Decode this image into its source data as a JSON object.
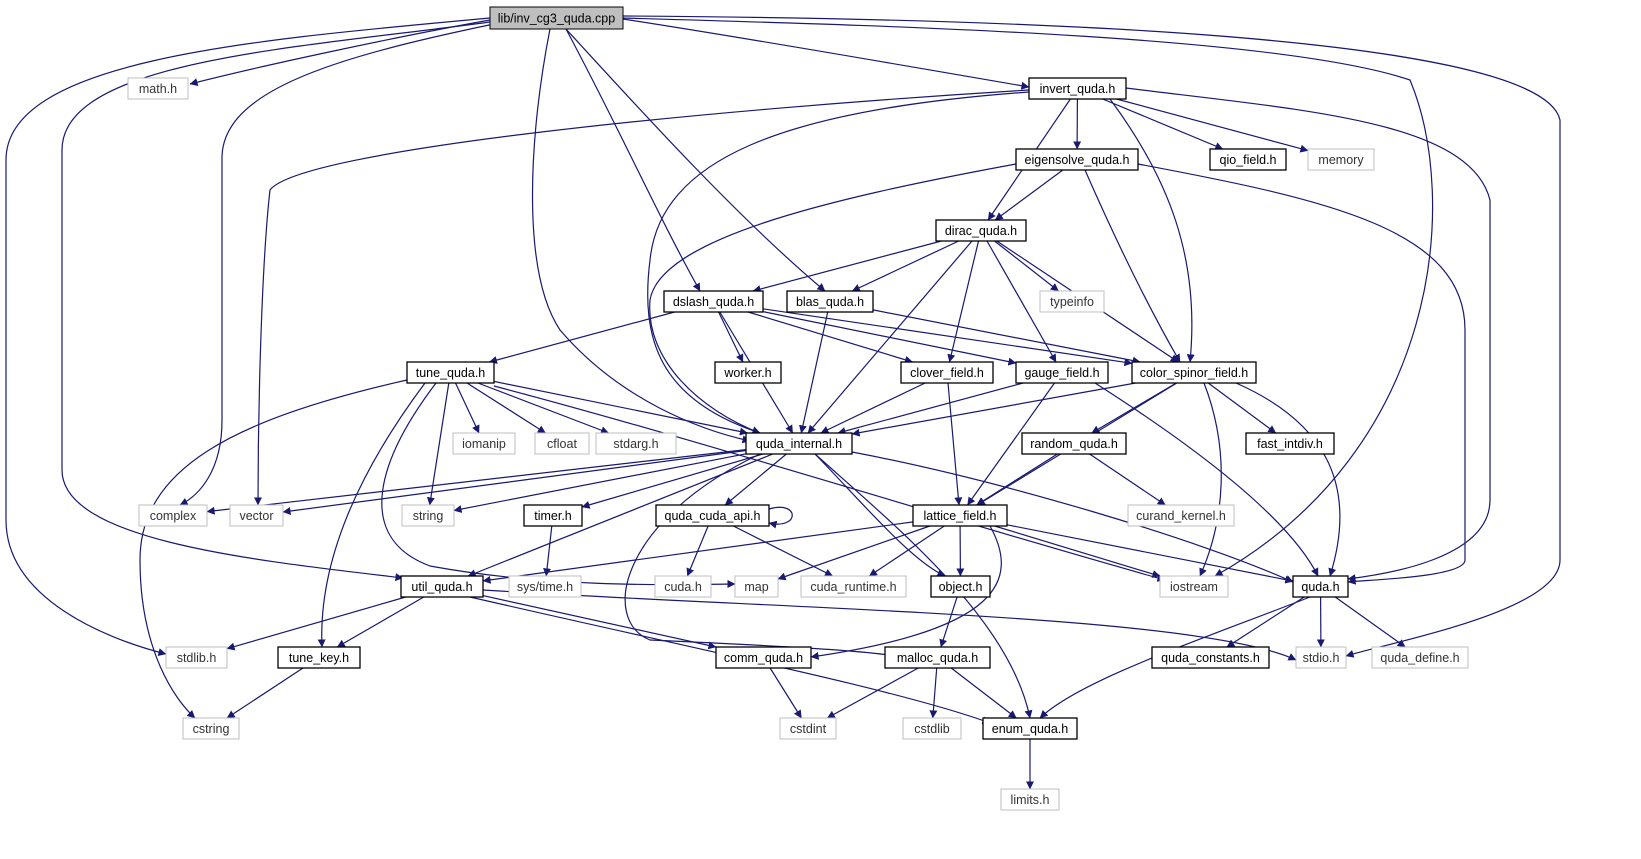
{
  "colors": {
    "edge": "#191970",
    "node_border": "#000000",
    "external_border": "#bfbfbf",
    "root_fill": "#bfbfbf",
    "background": "#ffffff"
  },
  "nodes": [
    {
      "id": "root",
      "label": "lib/inv_cg3_quda.cpp",
      "kind": "root"
    },
    {
      "id": "math",
      "label": "math.h",
      "kind": "external"
    },
    {
      "id": "invert",
      "label": "invert_quda.h",
      "kind": "header"
    },
    {
      "id": "eigen",
      "label": "eigensolve_quda.h",
      "kind": "header"
    },
    {
      "id": "qio",
      "label": "qio_field.h",
      "kind": "header"
    },
    {
      "id": "memory",
      "label": "memory",
      "kind": "external"
    },
    {
      "id": "dirac",
      "label": "dirac_quda.h",
      "kind": "header"
    },
    {
      "id": "dslash",
      "label": "dslash_quda.h",
      "kind": "header"
    },
    {
      "id": "blas",
      "label": "blas_quda.h",
      "kind": "header"
    },
    {
      "id": "typeinfo",
      "label": "typeinfo",
      "kind": "external"
    },
    {
      "id": "tune",
      "label": "tune_quda.h",
      "kind": "header"
    },
    {
      "id": "worker",
      "label": "worker.h",
      "kind": "header"
    },
    {
      "id": "clover",
      "label": "clover_field.h",
      "kind": "header"
    },
    {
      "id": "gauge",
      "label": "gauge_field.h",
      "kind": "header"
    },
    {
      "id": "csf",
      "label": "color_spinor_field.h",
      "kind": "header"
    },
    {
      "id": "iomanip",
      "label": "iomanip",
      "kind": "external"
    },
    {
      "id": "cfloat",
      "label": "cfloat",
      "kind": "external"
    },
    {
      "id": "stdarg",
      "label": "stdarg.h",
      "kind": "external"
    },
    {
      "id": "qint",
      "label": "quda_internal.h",
      "kind": "header"
    },
    {
      "id": "random",
      "label": "random_quda.h",
      "kind": "header"
    },
    {
      "id": "fastdiv",
      "label": "fast_intdiv.h",
      "kind": "header"
    },
    {
      "id": "complex",
      "label": "complex",
      "kind": "external"
    },
    {
      "id": "vector",
      "label": "vector",
      "kind": "external"
    },
    {
      "id": "string",
      "label": "string",
      "kind": "external"
    },
    {
      "id": "timer",
      "label": "timer.h",
      "kind": "header"
    },
    {
      "id": "qcapi",
      "label": "quda_cuda_api.h",
      "kind": "header"
    },
    {
      "id": "lattice",
      "label": "lattice_field.h",
      "kind": "header"
    },
    {
      "id": "curand",
      "label": "curand_kernel.h",
      "kind": "external"
    },
    {
      "id": "util",
      "label": "util_quda.h",
      "kind": "header"
    },
    {
      "id": "systime",
      "label": "sys/time.h",
      "kind": "external"
    },
    {
      "id": "cudah",
      "label": "cuda.h",
      "kind": "external"
    },
    {
      "id": "map",
      "label": "map",
      "kind": "external"
    },
    {
      "id": "cudart",
      "label": "cuda_runtime.h",
      "kind": "external"
    },
    {
      "id": "object",
      "label": "object.h",
      "kind": "header"
    },
    {
      "id": "iostream",
      "label": "iostream",
      "kind": "external"
    },
    {
      "id": "quda",
      "label": "quda.h",
      "kind": "header"
    },
    {
      "id": "stdlib",
      "label": "stdlib.h",
      "kind": "external"
    },
    {
      "id": "tunekey",
      "label": "tune_key.h",
      "kind": "header"
    },
    {
      "id": "comm",
      "label": "comm_quda.h",
      "kind": "header"
    },
    {
      "id": "malloc",
      "label": "malloc_quda.h",
      "kind": "header"
    },
    {
      "id": "qconst",
      "label": "quda_constants.h",
      "kind": "header"
    },
    {
      "id": "stdio",
      "label": "stdio.h",
      "kind": "external"
    },
    {
      "id": "qdefine",
      "label": "quda_define.h",
      "kind": "external"
    },
    {
      "id": "cstring",
      "label": "cstring",
      "kind": "external"
    },
    {
      "id": "cstdint",
      "label": "cstdint",
      "kind": "external"
    },
    {
      "id": "cstdlib",
      "label": "cstdlib",
      "kind": "external"
    },
    {
      "id": "enum",
      "label": "enum_quda.h",
      "kind": "header"
    },
    {
      "id": "limits",
      "label": "limits.h",
      "kind": "external"
    }
  ],
  "edges": [
    [
      "root",
      "math"
    ],
    [
      "root",
      "complex"
    ],
    [
      "root",
      "util"
    ],
    [
      "root",
      "stdlib"
    ],
    [
      "root",
      "dslash"
    ],
    [
      "root",
      "blas"
    ],
    [
      "root",
      "qint"
    ],
    [
      "root",
      "invert"
    ],
    [
      "root",
      "iostream"
    ],
    [
      "root",
      "stdio"
    ],
    [
      "invert",
      "vector"
    ],
    [
      "invert",
      "qint"
    ],
    [
      "invert",
      "eigen"
    ],
    [
      "invert",
      "dirac"
    ],
    [
      "invert",
      "csf"
    ],
    [
      "invert",
      "qio"
    ],
    [
      "invert",
      "memory"
    ],
    [
      "invert",
      "quda"
    ],
    [
      "eigen",
      "dirac"
    ],
    [
      "eigen",
      "qint"
    ],
    [
      "eigen",
      "csf"
    ],
    [
      "eigen",
      "quda"
    ],
    [
      "dirac",
      "dslash"
    ],
    [
      "dirac",
      "blas"
    ],
    [
      "dirac",
      "typeinfo"
    ],
    [
      "dirac",
      "qint"
    ],
    [
      "dirac",
      "clover"
    ],
    [
      "dirac",
      "gauge"
    ],
    [
      "dirac",
      "csf"
    ],
    [
      "dslash",
      "tune"
    ],
    [
      "dslash",
      "worker"
    ],
    [
      "dslash",
      "qint"
    ],
    [
      "dslash",
      "clover"
    ],
    [
      "dslash",
      "gauge"
    ],
    [
      "dslash",
      "csf"
    ],
    [
      "blas",
      "qint"
    ],
    [
      "blas",
      "csf"
    ],
    [
      "tune",
      "iomanip"
    ],
    [
      "tune",
      "cfloat"
    ],
    [
      "tune",
      "stdarg"
    ],
    [
      "tune",
      "qint"
    ],
    [
      "tune",
      "string"
    ],
    [
      "tune",
      "map"
    ],
    [
      "tune",
      "tunekey"
    ],
    [
      "tune",
      "cstring"
    ],
    [
      "tune",
      "iostream"
    ],
    [
      "clover",
      "qint"
    ],
    [
      "clover",
      "lattice"
    ],
    [
      "gauge",
      "qint"
    ],
    [
      "gauge",
      "lattice"
    ],
    [
      "gauge",
      "quda"
    ],
    [
      "csf",
      "qint"
    ],
    [
      "csf",
      "lattice"
    ],
    [
      "csf",
      "random"
    ],
    [
      "csf",
      "fastdiv"
    ],
    [
      "csf",
      "iostream"
    ],
    [
      "csf",
      "quda"
    ],
    [
      "qint",
      "complex"
    ],
    [
      "qint",
      "vector"
    ],
    [
      "qint",
      "string"
    ],
    [
      "qint",
      "util"
    ],
    [
      "qint",
      "timer"
    ],
    [
      "qint",
      "qcapi"
    ],
    [
      "qint",
      "malloc"
    ],
    [
      "qint",
      "object"
    ],
    [
      "qint",
      "enum"
    ],
    [
      "qint",
      "quda"
    ],
    [
      "random",
      "lattice"
    ],
    [
      "random",
      "curand"
    ],
    [
      "timer",
      "systime"
    ],
    [
      "qcapi",
      "qcapi"
    ],
    [
      "qcapi",
      "cudah"
    ],
    [
      "qcapi",
      "cudart"
    ],
    [
      "lattice",
      "util"
    ],
    [
      "lattice",
      "map"
    ],
    [
      "lattice",
      "cudart"
    ],
    [
      "lattice",
      "object"
    ],
    [
      "lattice",
      "iostream"
    ],
    [
      "lattice",
      "quda"
    ],
    [
      "lattice",
      "comm"
    ],
    [
      "util",
      "stdlib"
    ],
    [
      "util",
      "tunekey"
    ],
    [
      "util",
      "comm"
    ],
    [
      "util",
      "stdio"
    ],
    [
      "util",
      "enum"
    ],
    [
      "tunekey",
      "cstring"
    ],
    [
      "object",
      "malloc"
    ],
    [
      "quda",
      "qconst"
    ],
    [
      "quda",
      "stdio"
    ],
    [
      "quda",
      "qdefine"
    ],
    [
      "quda",
      "enum"
    ],
    [
      "comm",
      "cstdint"
    ],
    [
      "malloc",
      "cstdint"
    ],
    [
      "malloc",
      "cstdlib"
    ],
    [
      "malloc",
      "enum"
    ],
    [
      "enum",
      "limits"
    ]
  ]
}
